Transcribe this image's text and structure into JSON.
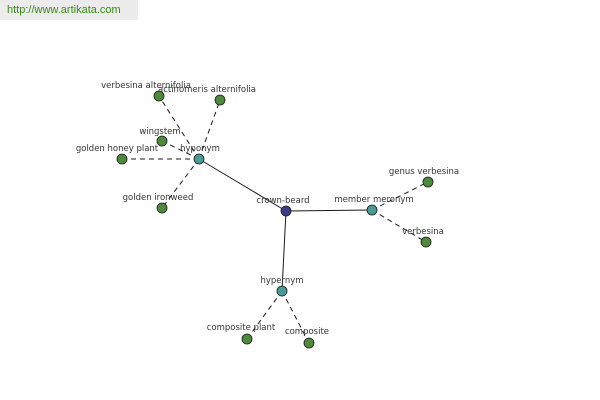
{
  "banner": {
    "url": "http://www.artikata.com"
  },
  "graph": {
    "colors": {
      "center": "#3b3d8a",
      "relation": "#4a9a96",
      "leaf": "#4f8a3c",
      "stroke": "#1a1a1a"
    },
    "center": {
      "id": "crown-beard",
      "label": "crown-beard"
    },
    "relations": [
      {
        "id": "hyponym",
        "label": "hyponym",
        "leaves": [
          {
            "id": "verbesina-alternifolia",
            "label": "verbesina alternifolia"
          },
          {
            "id": "actinomeris-alternifolia",
            "label": "actinomeris alternifolia"
          },
          {
            "id": "wingstem",
            "label": "wingstem"
          },
          {
            "id": "golden-honey-plant",
            "label": "golden honey plant"
          },
          {
            "id": "golden-ironweed",
            "label": "golden ironweed"
          }
        ]
      },
      {
        "id": "member-meronym",
        "label": "member meronym",
        "leaves": [
          {
            "id": "genus-verbesina",
            "label": "genus verbesina"
          },
          {
            "id": "verbesina",
            "label": "verbesina"
          }
        ]
      },
      {
        "id": "hypernym",
        "label": "hypernym",
        "leaves": [
          {
            "id": "composite-plant",
            "label": "composite plant"
          },
          {
            "id": "composite",
            "label": "composite"
          }
        ]
      }
    ]
  }
}
